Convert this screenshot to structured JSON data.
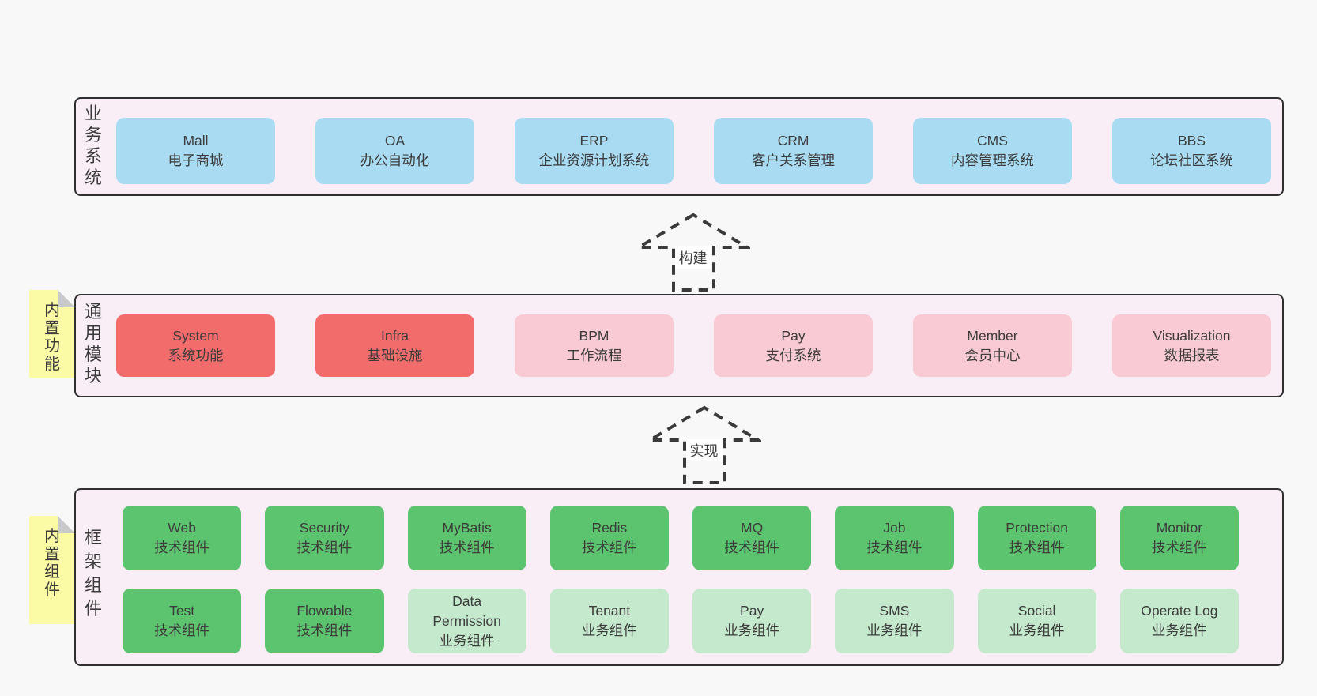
{
  "palette": {
    "page_bg": "#f8f8f8",
    "band_bg": "#f9edf6",
    "band_border": "#2f2f2f",
    "blue": "#a9dcf3",
    "red": "#f26c6c",
    "pink": "#f9cad3",
    "green": "#5cc46e",
    "lightgreen": "#c5e9cd",
    "sticky_yellow": "#fcfba5",
    "sticky_fold": "#c9c9c9",
    "text": "#3c3c3c",
    "arrow_dash": "#3a3a3a"
  },
  "arrows": [
    {
      "id": "build",
      "label": "构建"
    },
    {
      "id": "implement",
      "label": "实现"
    }
  ],
  "bands": [
    {
      "id": "business-systems",
      "label": "业务系统",
      "sticky": null,
      "rows": [
        [
          {
            "title": "Mall",
            "subtitle": "电子商城",
            "type": "blue"
          },
          {
            "title": "OA",
            "subtitle": "办公自动化",
            "type": "blue"
          },
          {
            "title": "ERP",
            "subtitle": "企业资源计划系统",
            "type": "blue"
          },
          {
            "title": "CRM",
            "subtitle": "客户关系管理",
            "type": "blue"
          },
          {
            "title": "CMS",
            "subtitle": "内容管理系统",
            "type": "blue"
          },
          {
            "title": "BBS",
            "subtitle": "论坛社区系统",
            "type": "blue"
          }
        ]
      ]
    },
    {
      "id": "common-modules",
      "label": "通用模块",
      "sticky": "内置功能",
      "rows": [
        [
          {
            "title": "System",
            "subtitle": "系统功能",
            "type": "red"
          },
          {
            "title": "Infra",
            "subtitle": "基础设施",
            "type": "red"
          },
          {
            "title": "BPM",
            "subtitle": "工作流程",
            "type": "pink"
          },
          {
            "title": "Pay",
            "subtitle": "支付系统",
            "type": "pink"
          },
          {
            "title": "Member",
            "subtitle": "会员中心",
            "type": "pink"
          },
          {
            "title": "Visualization",
            "subtitle": "数据报表",
            "type": "pink"
          }
        ]
      ]
    },
    {
      "id": "framework-components",
      "label": "框架组件",
      "sticky": "内置组件",
      "rows": [
        [
          {
            "title": "Web",
            "subtitle": "技术组件",
            "type": "green"
          },
          {
            "title": "Security",
            "subtitle": "技术组件",
            "type": "green"
          },
          {
            "title": "MyBatis",
            "subtitle": "技术组件",
            "type": "green"
          },
          {
            "title": "Redis",
            "subtitle": "技术组件",
            "type": "green"
          },
          {
            "title": "MQ",
            "subtitle": "技术组件",
            "type": "green"
          },
          {
            "title": "Job",
            "subtitle": "技术组件",
            "type": "green"
          },
          {
            "title": "Protection",
            "subtitle": "技术组件",
            "type": "green"
          },
          {
            "title": "Monitor",
            "subtitle": "技术组件",
            "type": "green"
          }
        ],
        [
          {
            "title": "Test",
            "subtitle": "技术组件",
            "type": "green"
          },
          {
            "title": "Flowable",
            "subtitle": "技术组件",
            "type": "green"
          },
          {
            "title": "Data Permission",
            "subtitle": "业务组件",
            "type": "lightgreen"
          },
          {
            "title": "Tenant",
            "subtitle": "业务组件",
            "type": "lightgreen"
          },
          {
            "title": "Pay",
            "subtitle": "业务组件",
            "type": "lightgreen"
          },
          {
            "title": "SMS",
            "subtitle": "业务组件",
            "type": "lightgreen"
          },
          {
            "title": "Social",
            "subtitle": "业务组件",
            "type": "lightgreen"
          },
          {
            "title": "Operate Log",
            "subtitle": "业务组件",
            "type": "lightgreen"
          }
        ]
      ]
    }
  ]
}
